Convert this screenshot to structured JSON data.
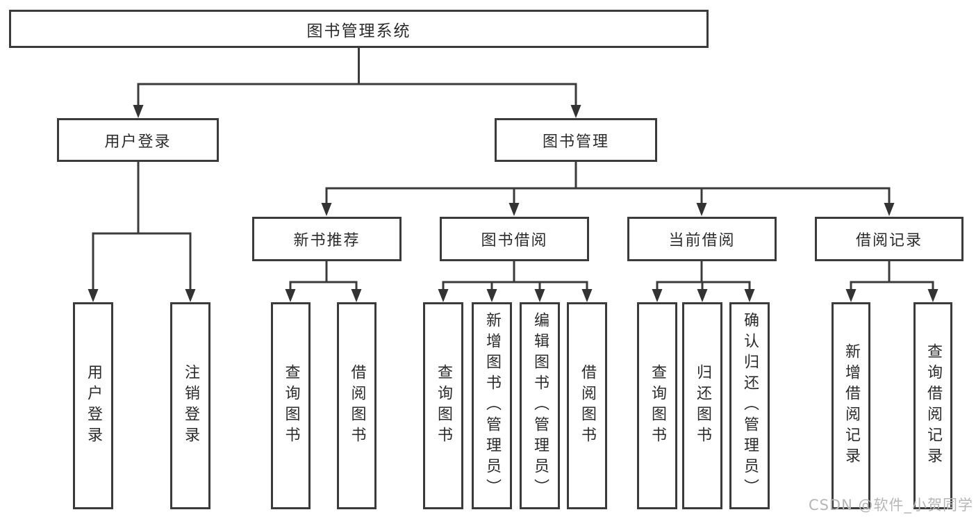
{
  "diagram": {
    "root": {
      "label": "图书管理系统"
    },
    "level2": [
      {
        "label": "用户登录"
      },
      {
        "label": "图书管理"
      }
    ],
    "level3": [
      {
        "label": "新书推荐"
      },
      {
        "label": "图书借阅"
      },
      {
        "label": "当前借阅"
      },
      {
        "label": "借阅记录"
      }
    ],
    "leaves": {
      "user_login": [
        {
          "label": "用户登录"
        },
        {
          "label": "注销登录"
        }
      ],
      "new_book": [
        {
          "label": "查询图书"
        },
        {
          "label": "借阅图书"
        }
      ],
      "book_borrow": [
        {
          "label": "查询图书"
        },
        {
          "label": "新增图书（管理员）"
        },
        {
          "label": "编辑图书（管理员）"
        },
        {
          "label": "借阅图书"
        }
      ],
      "current_borrow": [
        {
          "label": "查询图书"
        },
        {
          "label": "归还图书"
        },
        {
          "label": "确认归还（管理员）"
        }
      ],
      "borrow_records": [
        {
          "label": "新增借阅记录"
        },
        {
          "label": "查询借阅记录"
        }
      ]
    }
  },
  "watermark": {
    "text": "CSDN @软件_小贺同学"
  },
  "colors": {
    "line": "#3b3b3b",
    "text": "#2b2b2b",
    "watermark": "#b6b6b6",
    "background": "#ffffff"
  }
}
